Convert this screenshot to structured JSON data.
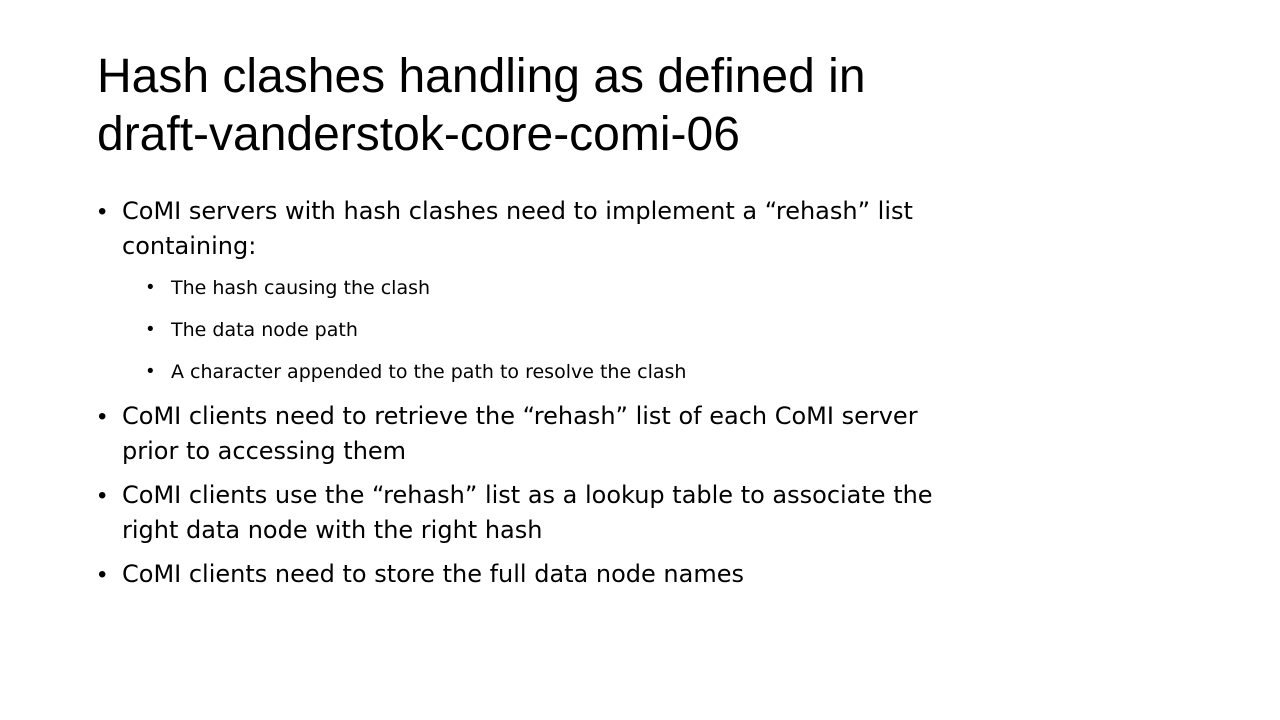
{
  "slide": {
    "title_lines": [
      "Hash clashes handling as defined in",
      "draft-vanderstok-core-comi-06"
    ],
    "bullet_glyph": "•",
    "bullets": [
      {
        "lines": [
          "CoMI servers with hash clashes need to implement a “rehash” list",
          "containing:"
        ],
        "subitems": [
          "The hash causing the clash",
          "The data node path",
          "A character appended to the path to resolve the clash"
        ]
      },
      {
        "lines": [
          "CoMI clients need to retrieve the “rehash” list of each CoMI server",
          "prior to accessing them"
        ]
      },
      {
        "lines": [
          "CoMI clients use the “rehash” list as a lookup table to associate the",
          "right data node with the right hash"
        ]
      },
      {
        "lines": [
          "CoMI clients need to store the full data node names"
        ]
      }
    ]
  }
}
